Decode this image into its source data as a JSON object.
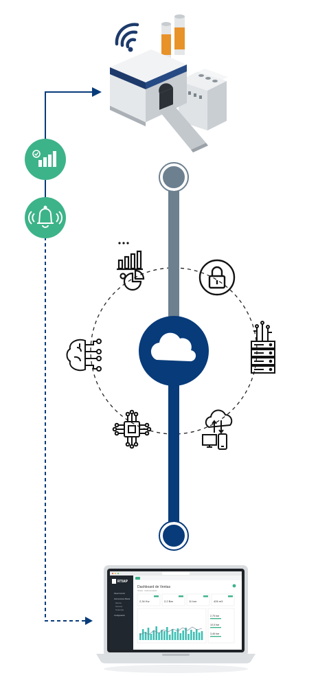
{
  "colors": {
    "navy": "#073b7a",
    "slate": "#6d808f",
    "green": "#3db389",
    "orange": "#e8922a",
    "icon_dark": "#111111",
    "teal_chart": "#3fbfb4",
    "factory_roof": "#1d3a6b",
    "laptop_sidebar": "#20272f"
  },
  "icons": {
    "factory": "factory-icon",
    "analytics_badge": "bar-chart-check-icon",
    "alert_badge": "bell-alert-icon",
    "cloud": "cloud-icon",
    "analytics": "chart-pie-icon",
    "security": "padlock-icon",
    "servers": "server-rack-icon",
    "devices": "cloud-devices-icon",
    "chip": "processor-chip-icon",
    "brain": "brain-circuit-icon",
    "laptop": "laptop-icon"
  },
  "dashboard": {
    "title": "Dashboard de Ventas",
    "subtitle": "Ventas · Instrumentación",
    "logo": "RTIAP",
    "kpis": [
      "2,34 Kw",
      "2,2 Bar",
      "11 bar",
      "426 m3"
    ],
    "side_values": [
      "2,75 bar",
      "10,5 bar",
      "3,46 bar"
    ],
    "nav_items": [
      "Panel Control",
      "Instrumentos Planta",
      "Alarmas",
      "Sensores",
      "Tendencias",
      "Configuración"
    ]
  }
}
